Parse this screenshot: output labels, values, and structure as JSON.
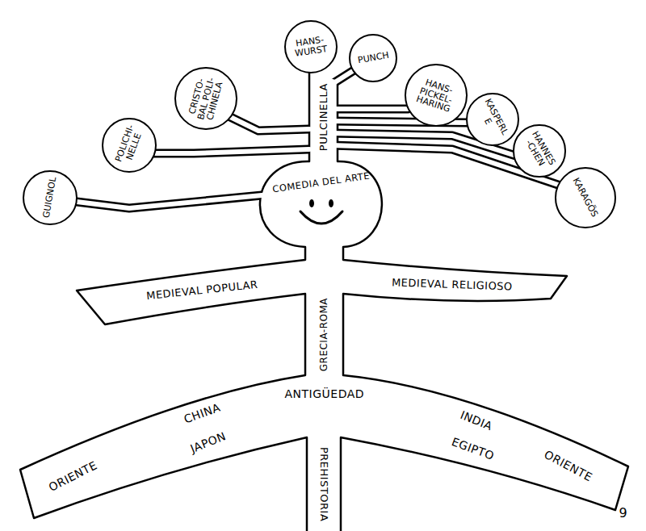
{
  "diagram": {
    "nodes": [
      {
        "text": [
          "GUIGNOL"
        ]
      },
      {
        "text": [
          "POLICHI-NELLE"
        ]
      },
      {
        "text": [
          "CRISTO-BAL POLI-CHINELA"
        ]
      },
      {
        "text": [
          "HANS-WURST"
        ]
      },
      {
        "text": [
          "PUNCH"
        ]
      },
      {
        "text": [
          "HANS-PICKEL-HARING"
        ]
      },
      {
        "text": [
          "KASPERLE"
        ]
      },
      {
        "text": [
          "HANNES-CHEN"
        ]
      },
      {
        "text": [
          "KARAGÖS"
        ]
      }
    ],
    "labels": [
      "PULCINELLA",
      "COMEDIA DEL ARTE",
      "GRECIA-ROMA",
      "MEDIEVAL POPULAR",
      "MEDIEVAL RELIGIOSO",
      "ANTIGÜEDAD",
      "PREHISTORIA",
      "ORIENTE",
      "CHINA",
      "JAPON",
      "INDIA",
      "EGIPTO",
      "ORIENTE",
      "9"
    ]
  }
}
